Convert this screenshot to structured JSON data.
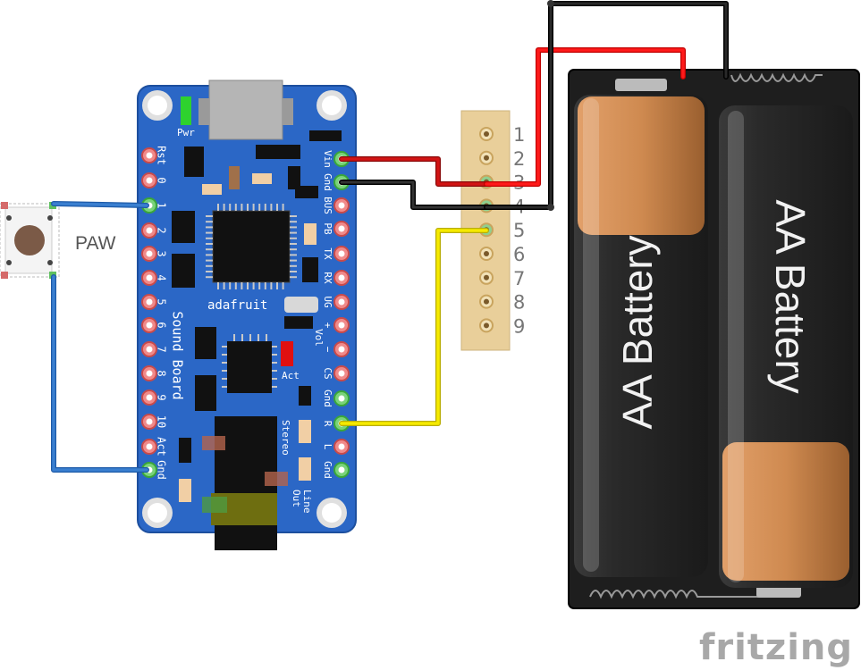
{
  "board": {
    "brand": "adafruit",
    "name": "Sound Board",
    "left_pins": [
      "Rst",
      "0",
      "1",
      "2",
      "3",
      "4",
      "5",
      "6",
      "7",
      "8",
      "9",
      "10",
      "Act",
      "Gnd"
    ],
    "right_pins": [
      "Vin",
      "Gnd",
      "BUS",
      "PB",
      "TX",
      "RX",
      "UG",
      "+",
      "Vol",
      "−",
      "CS",
      "Gnd",
      "R",
      "L",
      "Gnd"
    ],
    "pwr_label": "Pwr",
    "act_label": "Act",
    "stereo_label": "Stereo",
    "line_out_label": [
      "Line",
      "Out"
    ]
  },
  "button": {
    "label": "PAW"
  },
  "header": {
    "pins": [
      "1",
      "2",
      "3",
      "4",
      "5",
      "6",
      "7",
      "8",
      "9"
    ]
  },
  "batteries": [
    {
      "label": "AA Battery"
    },
    {
      "label": "AA Battery"
    }
  ],
  "watermark": "fritzing",
  "colors": {
    "board": "#2b67c6",
    "wire_blue": "#3a7fd0",
    "wire_red": "#e01010",
    "wire_black": "#111111",
    "wire_yellow": "#f2e600",
    "header": "#e9cf9a",
    "battery_copper": "#d08c55",
    "battery_body": "#2b2b2b"
  }
}
